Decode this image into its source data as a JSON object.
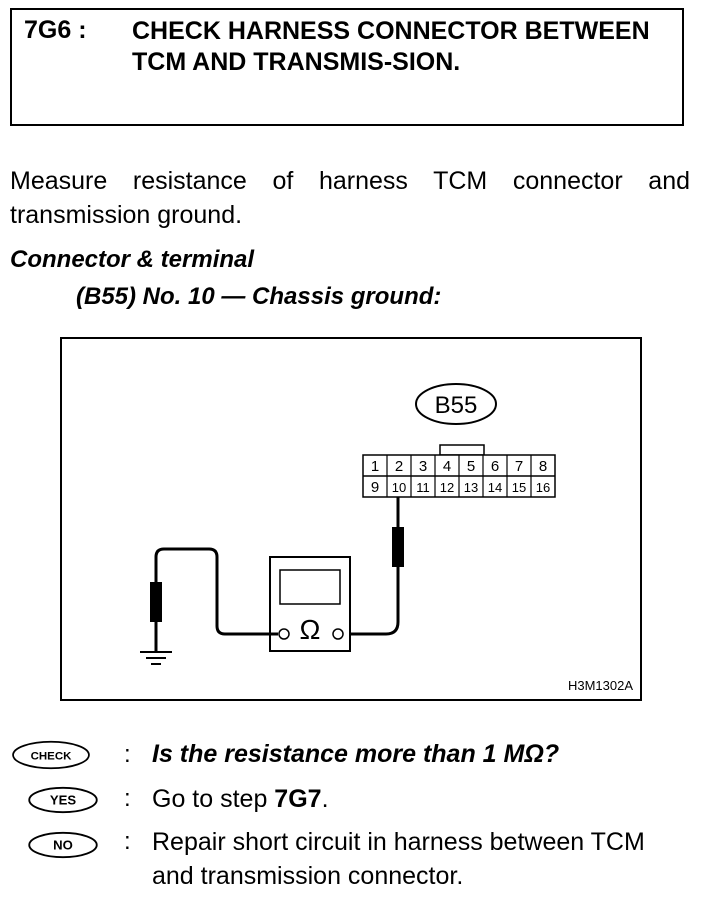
{
  "step": {
    "id": "7G6 :",
    "title": "CHECK HARNESS CONNECTOR BETWEEN TCM AND TRANSMIS-SION."
  },
  "instruction": "Measure resistance of harness TCM connector and transmission ground.",
  "connector": {
    "heading": "Connector & terminal",
    "detail": "(B55) No. 10 — Chassis ground:"
  },
  "diagram": {
    "connector_label": "B55",
    "terminals_top": [
      "1",
      "2",
      "3",
      "4",
      "5",
      "6",
      "7",
      "8"
    ],
    "terminals_bottom": [
      "9",
      "10",
      "11",
      "12",
      "13",
      "14",
      "15",
      "16"
    ],
    "meter_symbol": "Ω",
    "figure_code": "H3M1302A"
  },
  "results": {
    "check_badge": "CHECK",
    "question": "Is the resistance more than 1 MΩ?",
    "yes_badge": "YES",
    "yes_prefix": "Go to step ",
    "yes_step": "7G7",
    "yes_suffix": ".",
    "no_badge": "NO",
    "no_text": "Repair short circuit in harness between TCM and transmission connector."
  },
  "separator": ":"
}
